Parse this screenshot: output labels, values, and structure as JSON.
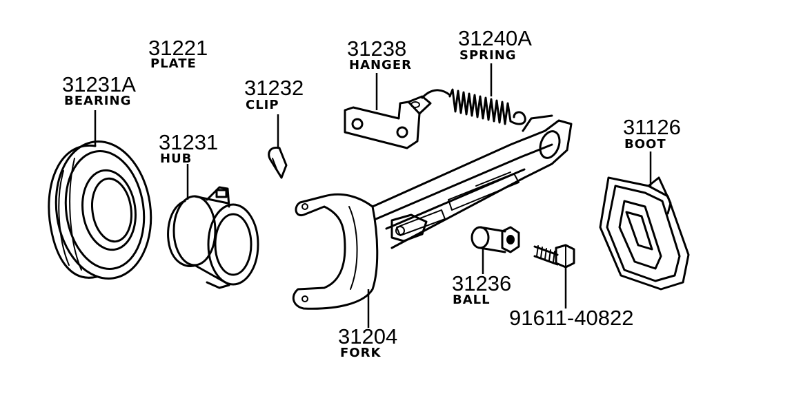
{
  "parts": [
    {
      "id": "plate",
      "number": "31221",
      "name": "PLATE",
      "icon": "plate-part"
    },
    {
      "id": "bearing",
      "number": "31231A",
      "name": "BEARING",
      "icon": "release-bearing"
    },
    {
      "id": "hub",
      "number": "31231",
      "name": "HUB",
      "icon": "bearing-hub"
    },
    {
      "id": "clip",
      "number": "31232",
      "name": "CLIP",
      "icon": "hub-clip"
    },
    {
      "id": "hanger",
      "number": "31238",
      "name": "HANGER",
      "icon": "spring-hanger"
    },
    {
      "id": "spring",
      "number": "31240A",
      "name": "SPRING",
      "icon": "tension-spring"
    },
    {
      "id": "boot",
      "number": "31126",
      "name": "BOOT",
      "icon": "dust-boot"
    },
    {
      "id": "ball",
      "number": "31236",
      "name": "BALL",
      "icon": "pivot-ball"
    },
    {
      "id": "bolt",
      "number": "91611-40822",
      "name": "",
      "icon": "hex-bolt"
    },
    {
      "id": "fork",
      "number": "31204",
      "name": "FORK",
      "icon": "release-fork"
    }
  ],
  "colors": {
    "ink": "#000000",
    "paper": "#ffffff"
  }
}
